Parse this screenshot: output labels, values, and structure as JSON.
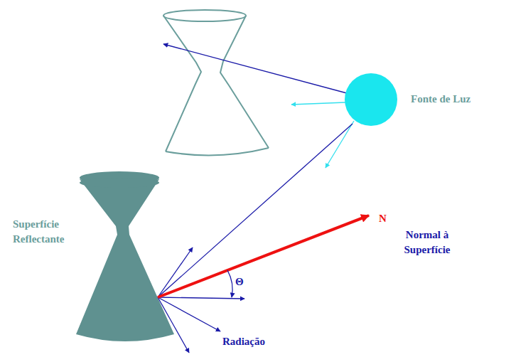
{
  "diagram": {
    "labels": [
      "Fonte de Luz",
      "Superfície Reflectante",
      "N",
      "Normal à Superfície",
      "Θ",
      "Radiação"
    ]
  }
}
